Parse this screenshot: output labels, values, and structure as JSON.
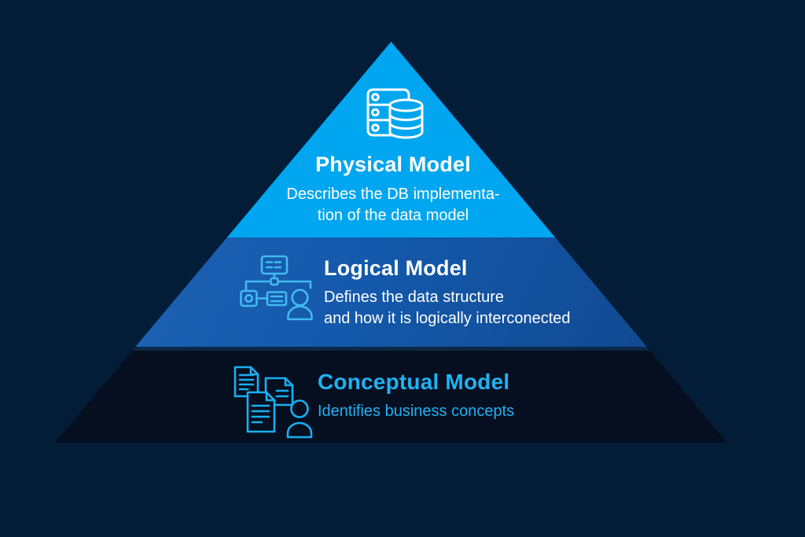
{
  "canvas": {
    "background": "#031d38"
  },
  "pyramid": {
    "tiers": [
      {
        "name": "physical",
        "title": "Physical Model",
        "description_lines": [
          "Describes the DB implementa-",
          "tion of the data model"
        ],
        "color": "#00a6ef",
        "text_color": "#ffffff",
        "icon": "server-database-icon",
        "icon_color": "#ffffff"
      },
      {
        "name": "logical",
        "title": "Logical Model",
        "description_lines": [
          "Defines the data structure",
          "and how it is logically interconected"
        ],
        "color": "#1459ab",
        "text_color": "#ffffff",
        "icon": "hierarchy-person-icon",
        "icon_color": "#41baf1"
      },
      {
        "name": "conceptual",
        "title": "Conceptual Model",
        "description_lines": [
          "Identifies business concepts"
        ],
        "color": "#050f20",
        "top_edge_color": "#0b2846",
        "text_color": "#1fb2f2",
        "icon": "documents-person-icon",
        "icon_color": "#17b0f2"
      }
    ]
  }
}
